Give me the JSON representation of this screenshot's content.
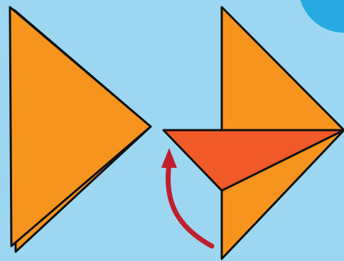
{
  "diagram": {
    "background_color": "#9dd6f1",
    "paper_color": "#f7941d",
    "flap_color": "#f05a28",
    "arrow_color": "#c0202e",
    "outline_color": "#111111",
    "corner_badge_color": "#27aae1",
    "steps": [
      {
        "id": "step-before",
        "description_visible": false
      },
      {
        "id": "step-after-fold",
        "description_visible": false
      }
    ],
    "fold_direction": "upward"
  }
}
